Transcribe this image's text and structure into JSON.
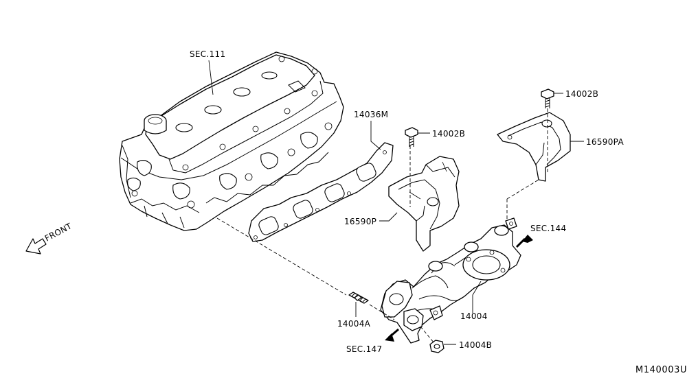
{
  "diagram": {
    "labels": {
      "sec111": "SEC.111",
      "p14036m": "14036M",
      "p14002b_top": "14002B",
      "p14002b_mid": "14002B",
      "p16590pa": "16590PA",
      "p16590p": "16590P",
      "sec144": "SEC.144",
      "front": "FRONT",
      "p14004": "14004",
      "p14004a": "14004A",
      "sec147": "SEC.147",
      "p14004b": "14004B"
    },
    "code": "M140003U"
  }
}
